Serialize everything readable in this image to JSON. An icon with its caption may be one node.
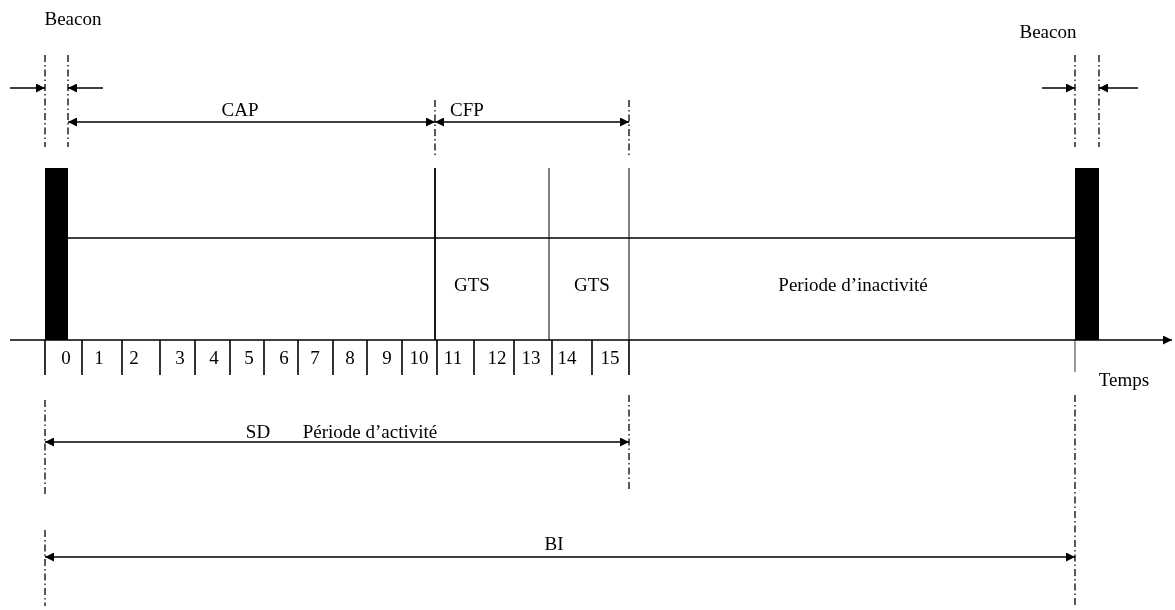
{
  "diagram": {
    "labels": [
      "Beacon",
      "Beacon",
      "CAP",
      "CFP",
      "GTS",
      "GTS",
      "Periode d’inactivité",
      "0",
      "1",
      "2",
      "3",
      "4",
      "5",
      "6",
      "7",
      "8",
      "9",
      "10",
      "11",
      "12",
      "13",
      "14",
      "15",
      "Temps",
      "SD",
      "Période d’activité",
      "BI"
    ]
  }
}
